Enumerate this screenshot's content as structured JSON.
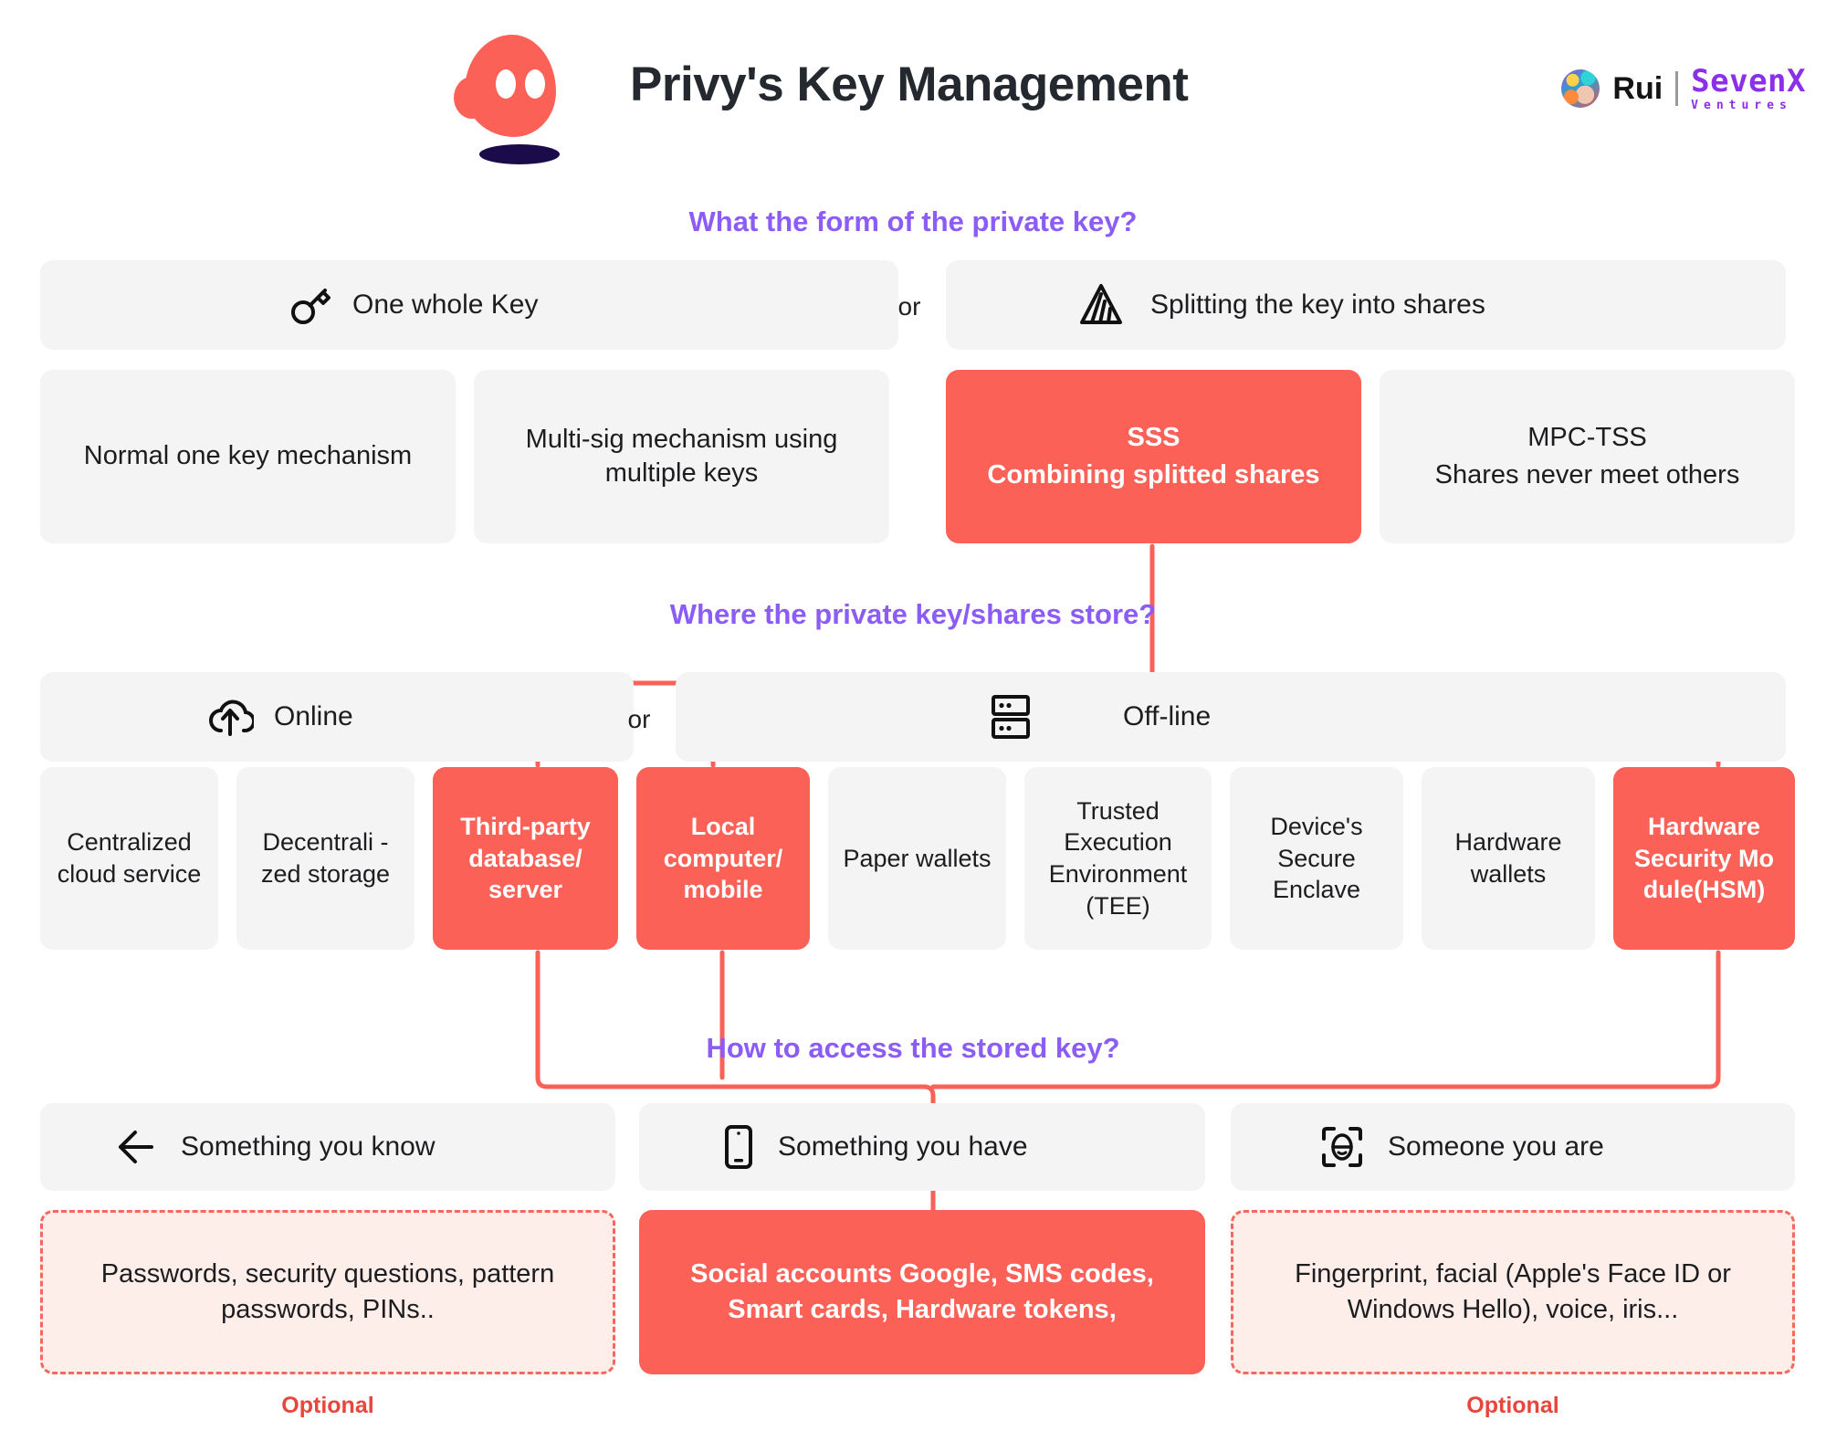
{
  "header": {
    "title": "Privy's Key Management",
    "logo_icon": "privy-blob-logo",
    "brand": {
      "avatar_icon": "user-avatar",
      "name": "Rui",
      "separator": "|",
      "partner_main": "SevenX",
      "partner_sub": "Ventures"
    }
  },
  "sections": [
    {
      "question": "What the form of the private key?",
      "choices": [
        {
          "icon": "key-icon",
          "label": "One whole Key"
        },
        {
          "icon": "split-triangle-icon",
          "label": "Splitting the key into shares"
        }
      ],
      "or_label": "or",
      "options": [
        {
          "label": "Normal one key mechanism",
          "highlighted": false
        },
        {
          "label": "Multi-sig mechanism using multiple keys",
          "highlighted": false
        },
        {
          "title": "SSS",
          "subtitle": "Combining splitted shares",
          "highlighted": true
        },
        {
          "title": "MPC-TSS",
          "subtitle": "Shares never meet others",
          "highlighted": false
        }
      ]
    },
    {
      "question": "Where the private key/shares store?",
      "choices": [
        {
          "icon": "cloud-upload-icon",
          "label": "Online"
        },
        {
          "icon": "server-icon",
          "label": "Off-line"
        }
      ],
      "or_label": "or",
      "options": [
        {
          "label": "Centralized cloud service",
          "highlighted": false
        },
        {
          "label": "Decentrali -zed storage",
          "highlighted": false
        },
        {
          "label": "Third-party database/ server",
          "highlighted": true
        },
        {
          "label": "Local computer/ mobile",
          "highlighted": true
        },
        {
          "label": "Paper wallets",
          "highlighted": false
        },
        {
          "label": "Trusted Execution Environment (TEE)",
          "highlighted": false
        },
        {
          "label": "Device's Secure Enclave",
          "highlighted": false
        },
        {
          "label": "Hardware wallets",
          "highlighted": false
        },
        {
          "label": "Hardware Security Mo dule(HSM)",
          "highlighted": true
        }
      ]
    },
    {
      "question": "How to access the stored key?",
      "choices": [
        {
          "icon": "left-arrow-icon",
          "label": "Something you know"
        },
        {
          "icon": "mobile-phone-icon",
          "label": "Something you have"
        },
        {
          "icon": "face-scan-icon",
          "label": "Someone you are"
        }
      ],
      "details": [
        {
          "text": "Passwords, security questions, pattern passwords, PINs..",
          "style": "dashed",
          "footnote": "Optional"
        },
        {
          "text": "Social accounts Google, SMS codes, Smart cards, Hardware tokens,",
          "style": "solid",
          "footnote": ""
        },
        {
          "text": "Fingerprint, facial (Apple's Face ID or Windows Hello), voice, iris...",
          "style": "dashed",
          "footnote": "Optional"
        }
      ]
    }
  ],
  "colors": {
    "accent": "#fb6157",
    "question": "#8b5cf6",
    "card_bg": "#f4f4f5",
    "dashed_bg": "#fdeeea",
    "optional": "#e8453c"
  }
}
